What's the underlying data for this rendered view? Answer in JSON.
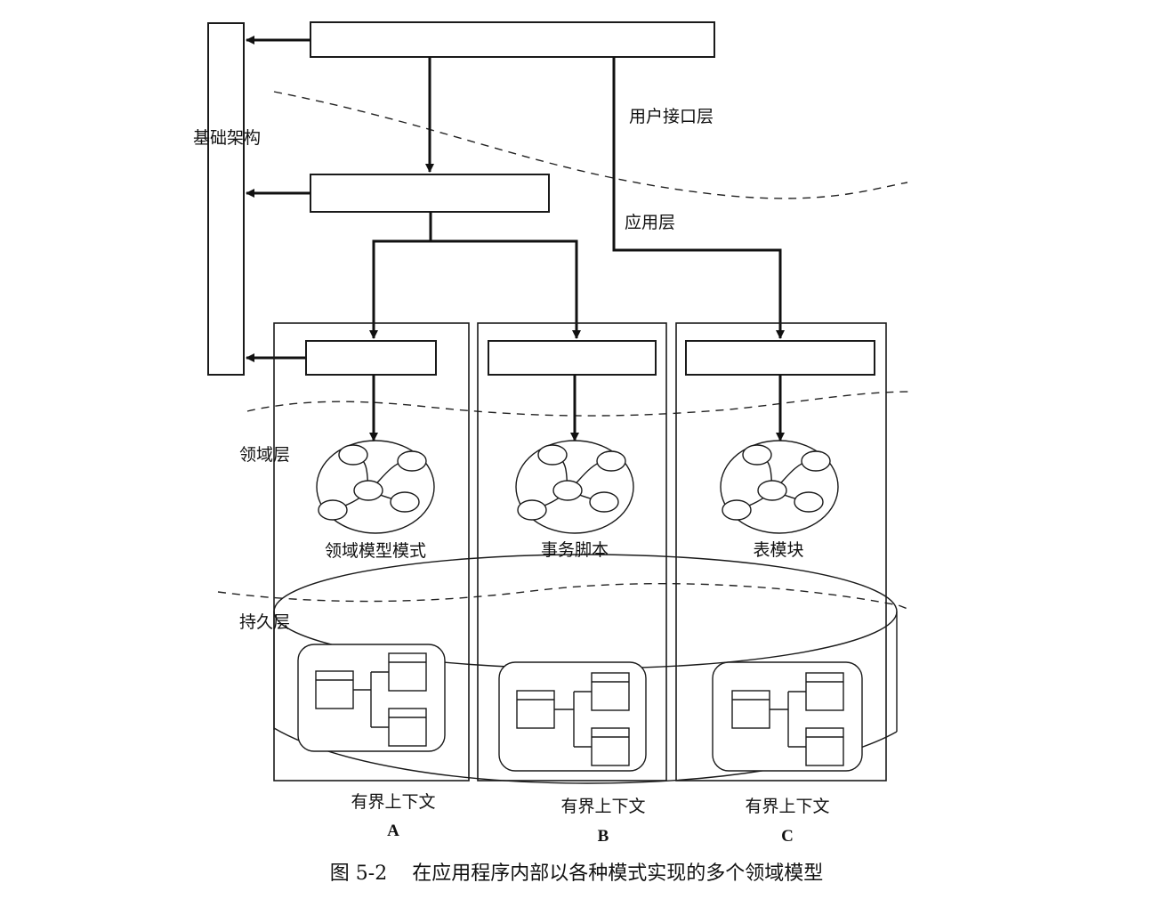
{
  "labels": {
    "infrastructure": "基础架构",
    "ui_layer": "用户接口层",
    "app_layer": "应用层",
    "domain_layer": "领域层",
    "persistence_layer": "持久层"
  },
  "patterns": {
    "a": "领域模型模式",
    "b": "事务脚本",
    "c": "表模块"
  },
  "contexts": {
    "a": {
      "name": "有界上下文",
      "letter": "A"
    },
    "b": {
      "name": "有界上下文",
      "letter": "B"
    },
    "c": {
      "name": "有界上下文",
      "letter": "C"
    }
  },
  "caption": "图 5-2    在应用程序内部以各种模式实现的多个领域模型"
}
